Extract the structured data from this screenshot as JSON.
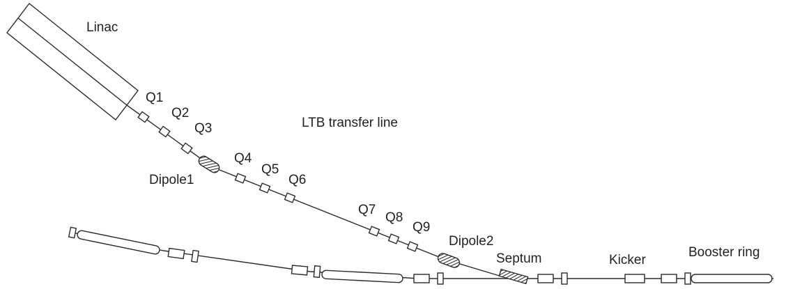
{
  "diagram": {
    "title": "LTB transfer line",
    "linac_label": "Linac",
    "booster_label": "Booster ring",
    "quadrupoles": [
      "Q1",
      "Q2",
      "Q3",
      "Q4",
      "Q5",
      "Q6",
      "Q7",
      "Q8",
      "Q9"
    ],
    "dipoles": [
      "Dipole1",
      "Dipole2"
    ],
    "septum_label": "Septum",
    "kicker_label": "Kicker"
  }
}
